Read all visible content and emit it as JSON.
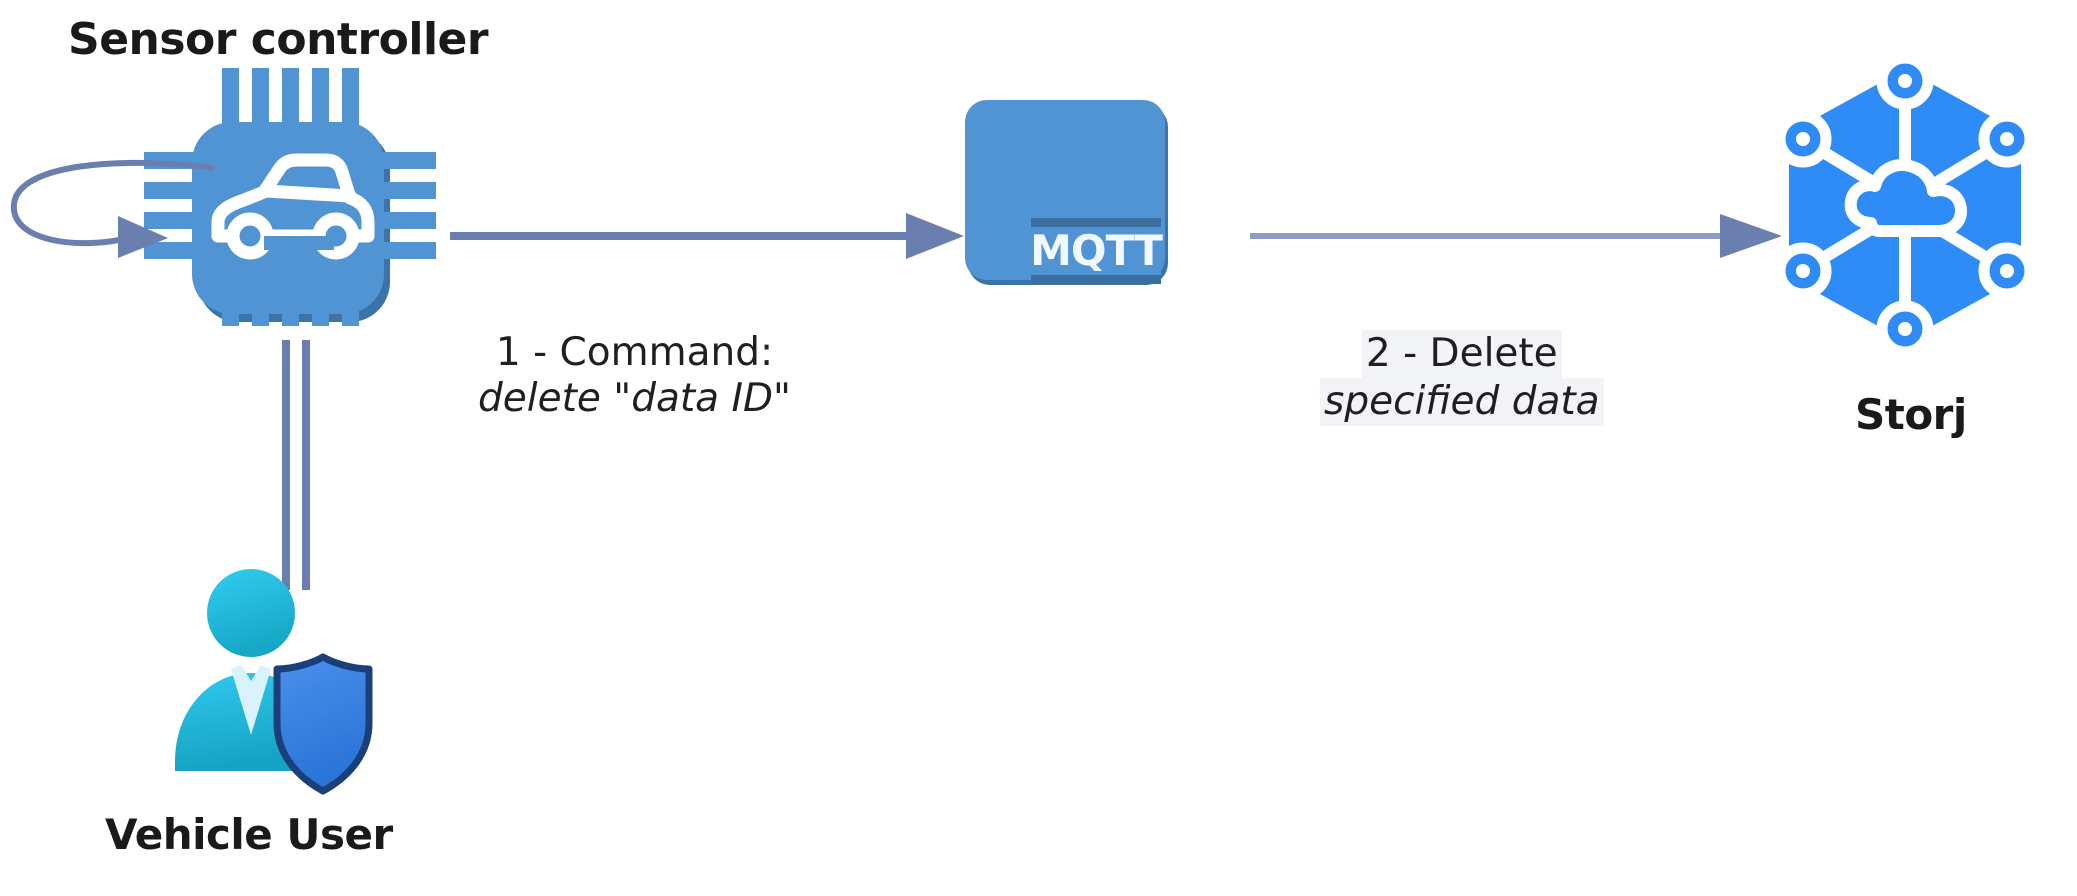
{
  "diagram": {
    "title": "Vehicle data deletion flow via MQTT to Storj",
    "background_color": "#ffffff",
    "palette": {
      "chip_blue": "#5194d4",
      "chip_blue_dark": "#3c73a8",
      "storj_blue": "#2f8cf7",
      "connector_blue": "#6b7eb0",
      "connector_blue_light": "#8e9dc6",
      "user_cyan": "#2bc4e8",
      "user_teal": "#1aa9c4",
      "shield_blue": "#3a82e0",
      "shield_outline": "#1b3f7a",
      "text_dark": "#1a1a1a",
      "label_highlight": "#f2f4f7"
    }
  },
  "nodes": [
    {
      "id": "sensor-controller",
      "label": "Sensor controller",
      "icon": "chip-car-icon",
      "label_position": "above"
    },
    {
      "id": "mqtt-broker",
      "label": "MQTT",
      "icon": "mqtt-broker-icon",
      "label_position": "badge"
    },
    {
      "id": "storj",
      "label": "Storj",
      "icon": "storj-network-icon",
      "label_position": "below"
    },
    {
      "id": "vehicle-user",
      "label": "Vehicle User",
      "icon": "user-shield-icon",
      "label_position": "below"
    }
  ],
  "edges": [
    {
      "id": "edge-self-loop",
      "from": "sensor-controller",
      "to": "sensor-controller",
      "style": "curved-self-loop",
      "arrow": "end",
      "label": ""
    },
    {
      "id": "edge-chip-to-mqtt",
      "from": "sensor-controller",
      "to": "mqtt-broker",
      "style": "straight",
      "arrow": "end",
      "label_line1": "1 - Command:",
      "label_line2": "delete \"data ID\"",
      "label_line2_style": "italic"
    },
    {
      "id": "edge-mqtt-to-storj",
      "from": "mqtt-broker",
      "to": "storj",
      "style": "straight",
      "arrow": "end",
      "label_line1": "2 - Delete",
      "label_line2": "specified data",
      "label_line2_style": "normal"
    },
    {
      "id": "edge-chip-to-user",
      "from": "sensor-controller",
      "to": "vehicle-user",
      "style": "double-line",
      "arrow": "none",
      "label": ""
    }
  ],
  "labels": {
    "sensor_controller": "Sensor controller",
    "storj": "Storj",
    "vehicle_user": "Vehicle User",
    "mqtt_badge": "MQTT",
    "edge1_line1": "1 - Command:",
    "edge1_line2": "delete \"data ID\"",
    "edge2_line1": "2 - Delete",
    "edge2_line2": "specified data"
  }
}
